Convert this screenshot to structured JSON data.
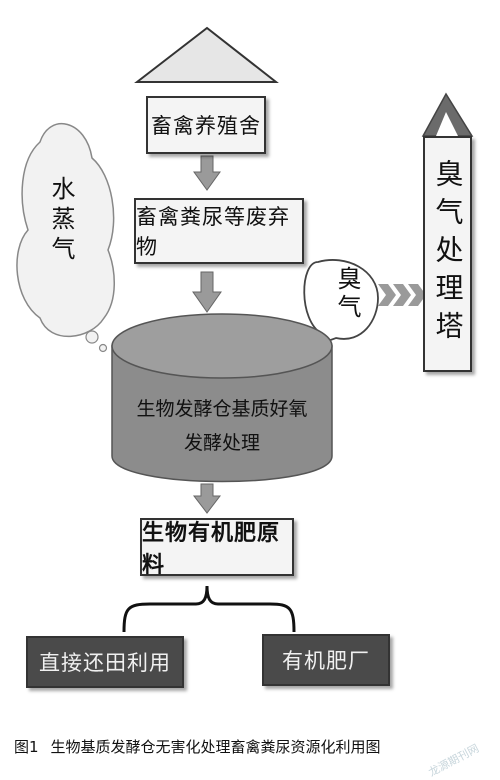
{
  "nodes": {
    "house": "畜禽养殖舍",
    "waste": "畜禽粪尿等废弃物",
    "warehouse_line1": "生物发酵仓基质好氧",
    "warehouse_line2": "发酵处理",
    "fertilizer_raw": "生物有机肥原料",
    "field_use": "直接还田利用",
    "factory": "有机肥厂"
  },
  "side": {
    "steam": "水蒸气",
    "odor": "臭气",
    "tower": "臭气处理塔"
  },
  "caption": {
    "figure_no": "图1",
    "text": "生物基质发酵仓无害化处理畜禽粪尿资源化利用图"
  },
  "watermark": "龙源期刊网",
  "colors": {
    "box_fill": "#f4f4f4",
    "dark_box": "#4a4a4a",
    "cylinder": "#8c8c8c",
    "arrow": "#9a9a9a"
  }
}
